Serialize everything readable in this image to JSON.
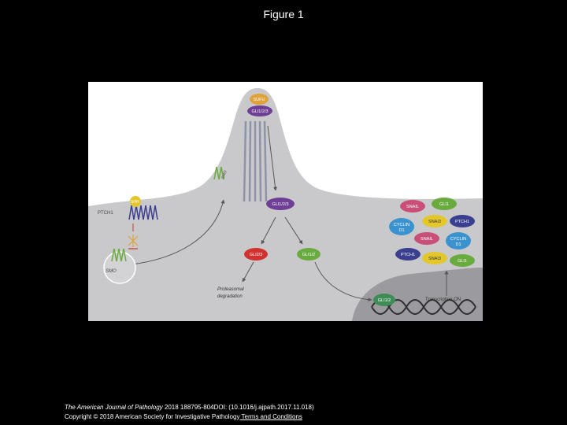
{
  "slide": {
    "title": "Figure 1"
  },
  "diagram": {
    "labels": {
      "sufu": "SUFU",
      "gli_cilium": "GLI1/2/3",
      "smo_cilium": "SMO",
      "shh": "SHH",
      "ptch1": "PTCH1",
      "smo_vesicle": "SMO",
      "gli_mid": "GLI1/2/3",
      "gli_repressor": "GLI2/3",
      "gli_activator": "GLI1/2",
      "gli_nuclear": "GLI1/2",
      "degradation_line1": "Proteasomal",
      "degradation_line2": "degradation",
      "transcription": "Transcription ON"
    },
    "target_genes": [
      {
        "label": "SNAIL",
        "color": "#c94f78"
      },
      {
        "label": "GLI1",
        "color": "#6aab3f"
      },
      {
        "label": "CYCLIN",
        "label2": "D1",
        "color": "#3a93cf"
      },
      {
        "label": "SNAI3",
        "color": "#e3c72b"
      },
      {
        "label": "PTCH1",
        "color": "#3a3f8f"
      },
      {
        "label": "SNAIL",
        "color": "#c94f78"
      },
      {
        "label": "CYCLIN",
        "label2": "D1",
        "color": "#3a93cf"
      },
      {
        "label": "PTCH1",
        "color": "#3a3f8f"
      },
      {
        "label": "SNAI3",
        "color": "#e3c72b"
      },
      {
        "label": "GLI1",
        "color": "#6aab3f"
      }
    ]
  },
  "caption": {
    "journal": "The American Journal of Pathology",
    "citation": " 2018 188795-804DOI: (10.1016/j.ajpath.2017.11.018)",
    "copyright": "Copyright © 2018 American Society for Investigative Pathology",
    "link": " Terms and Conditions"
  }
}
